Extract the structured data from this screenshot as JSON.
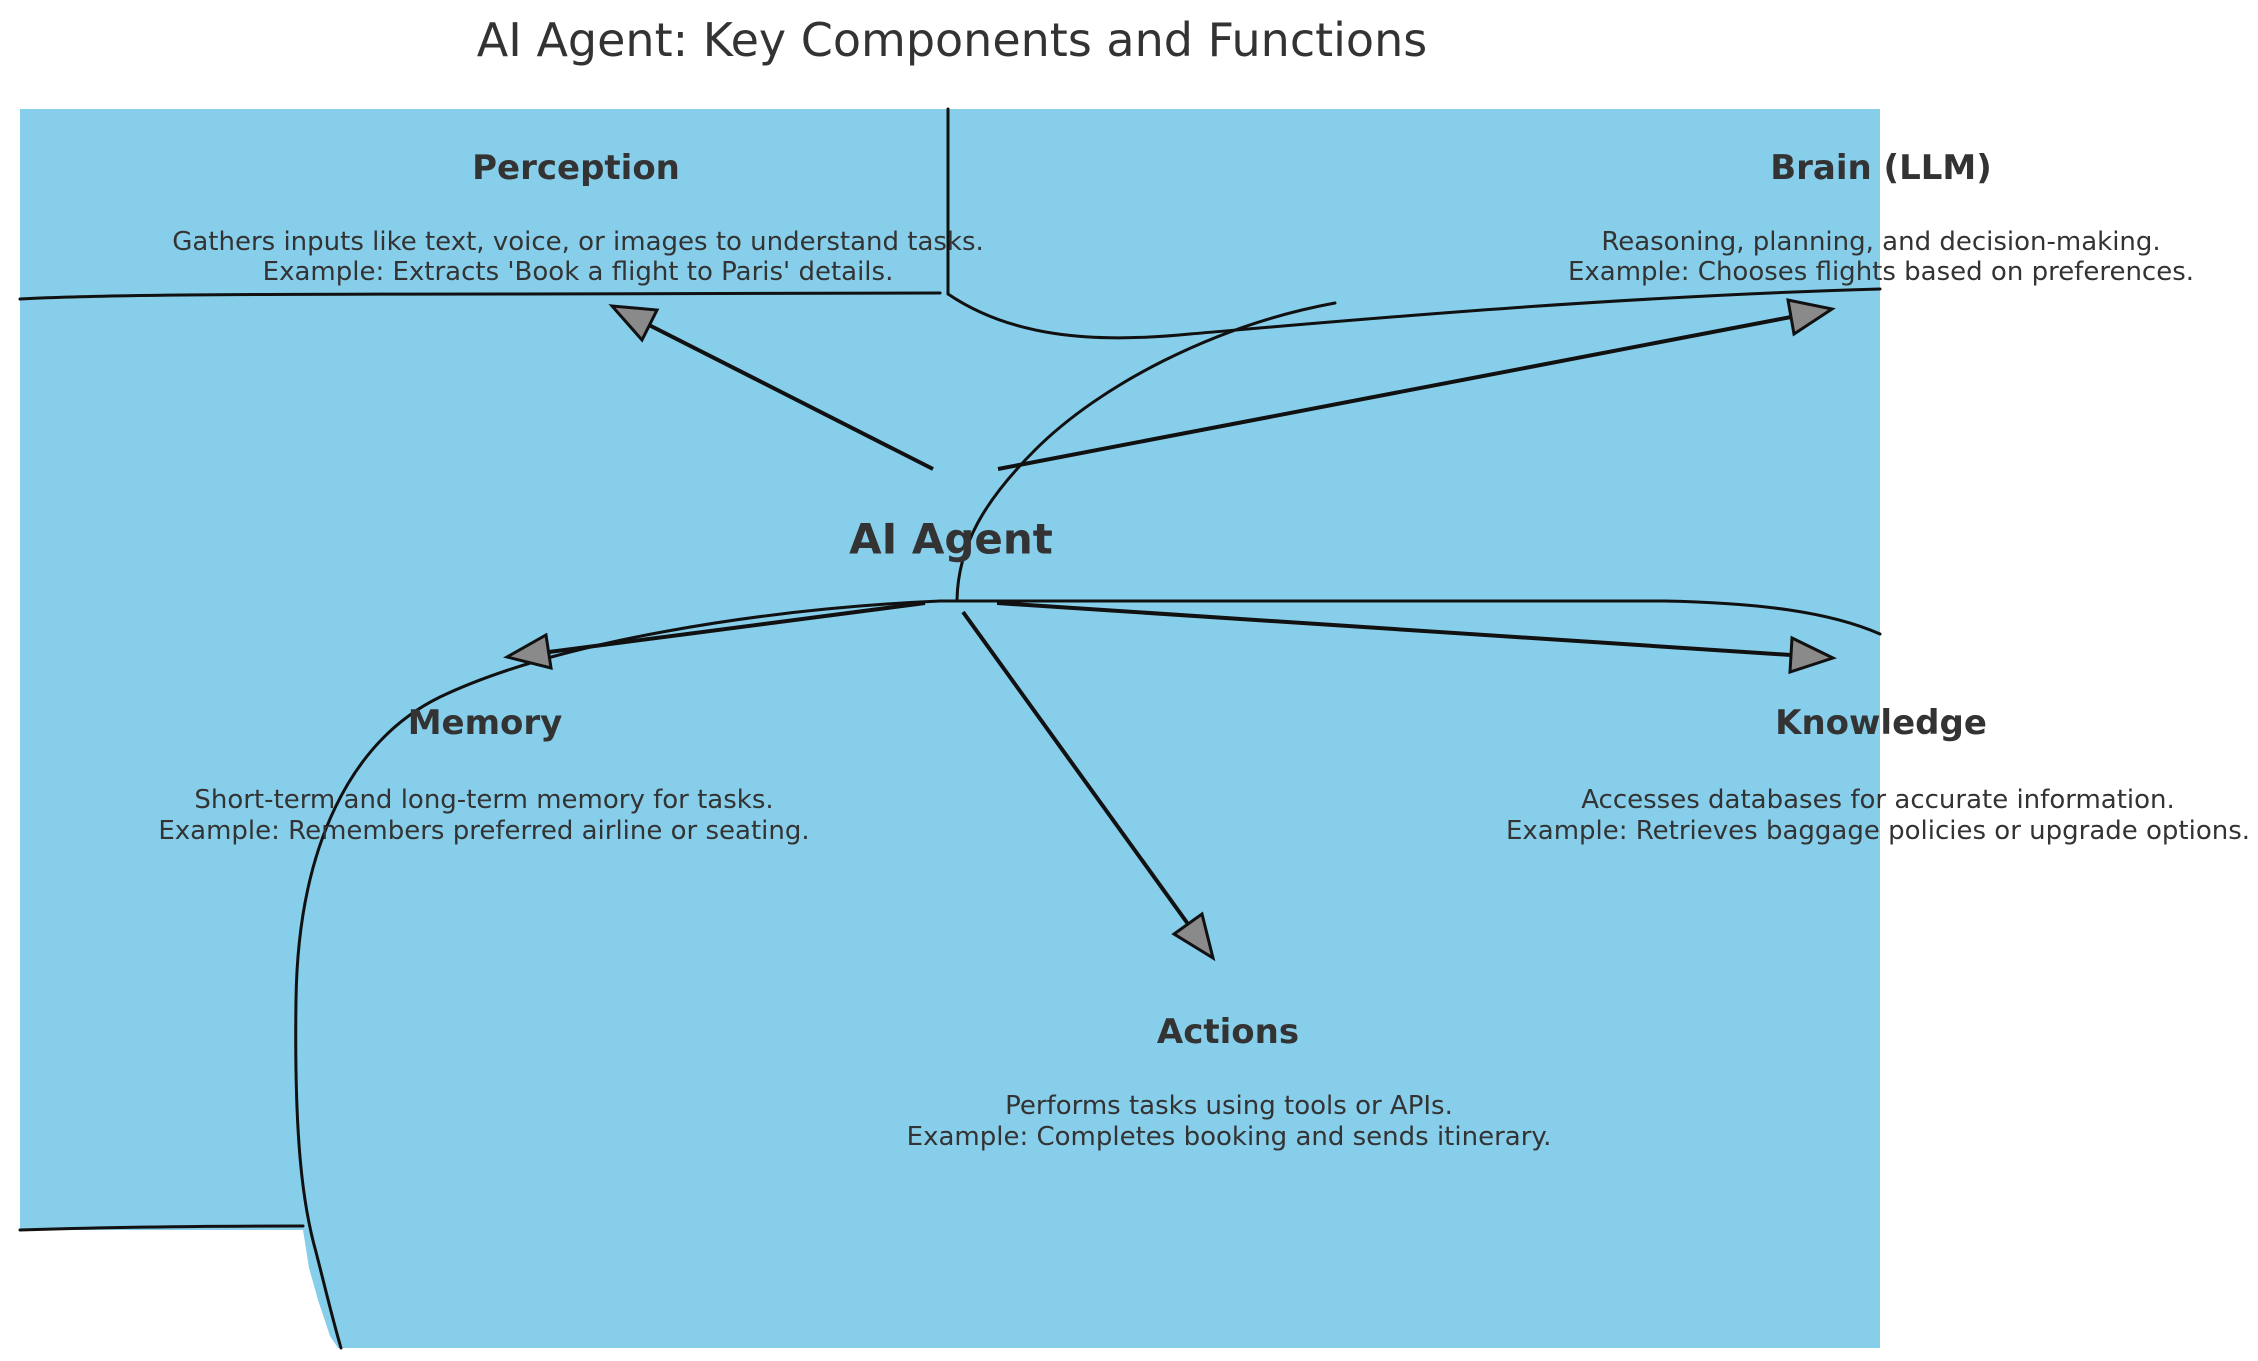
{
  "title": "AI Agent: Key Components and Functions",
  "center": {
    "label": "AI Agent"
  },
  "nodes": [
    {
      "id": "perception",
      "label": "Perception",
      "desc1": "Gathers inputs like text, voice, or images to understand tasks.",
      "desc2": "Example: Extracts 'Book a flight to Paris' details."
    },
    {
      "id": "brain",
      "label": "Brain (LLM)",
      "desc1": "Reasoning, planning, and decision-making.",
      "desc2": "Example: Chooses flights based on preferences."
    },
    {
      "id": "memory",
      "label": "Memory",
      "desc1": "Short-term and long-term memory for tasks.",
      "desc2": "Example: Remembers preferred airline or seating."
    },
    {
      "id": "knowledge",
      "label": "Knowledge",
      "desc1": "Accesses databases for accurate information.",
      "desc2": "Example: Retrieves baggage policies or upgrade options."
    },
    {
      "id": "actions",
      "label": "Actions",
      "desc1": "Performs tasks using tools or APIs.",
      "desc2": "Example: Completes booking and sends itinerary."
    }
  ],
  "edges": [
    {
      "from": "AI Agent",
      "to": "Perception"
    },
    {
      "from": "AI Agent",
      "to": "Brain (LLM)"
    },
    {
      "from": "AI Agent",
      "to": "Memory"
    },
    {
      "from": "AI Agent",
      "to": "Knowledge"
    },
    {
      "from": "AI Agent",
      "to": "Actions"
    }
  ],
  "colors": {
    "background_fill": "#87CEEB",
    "outline": "#111111",
    "arrow_head_fill": "#8a8a8a",
    "text": "#333333",
    "page_background": "#ffffff"
  }
}
